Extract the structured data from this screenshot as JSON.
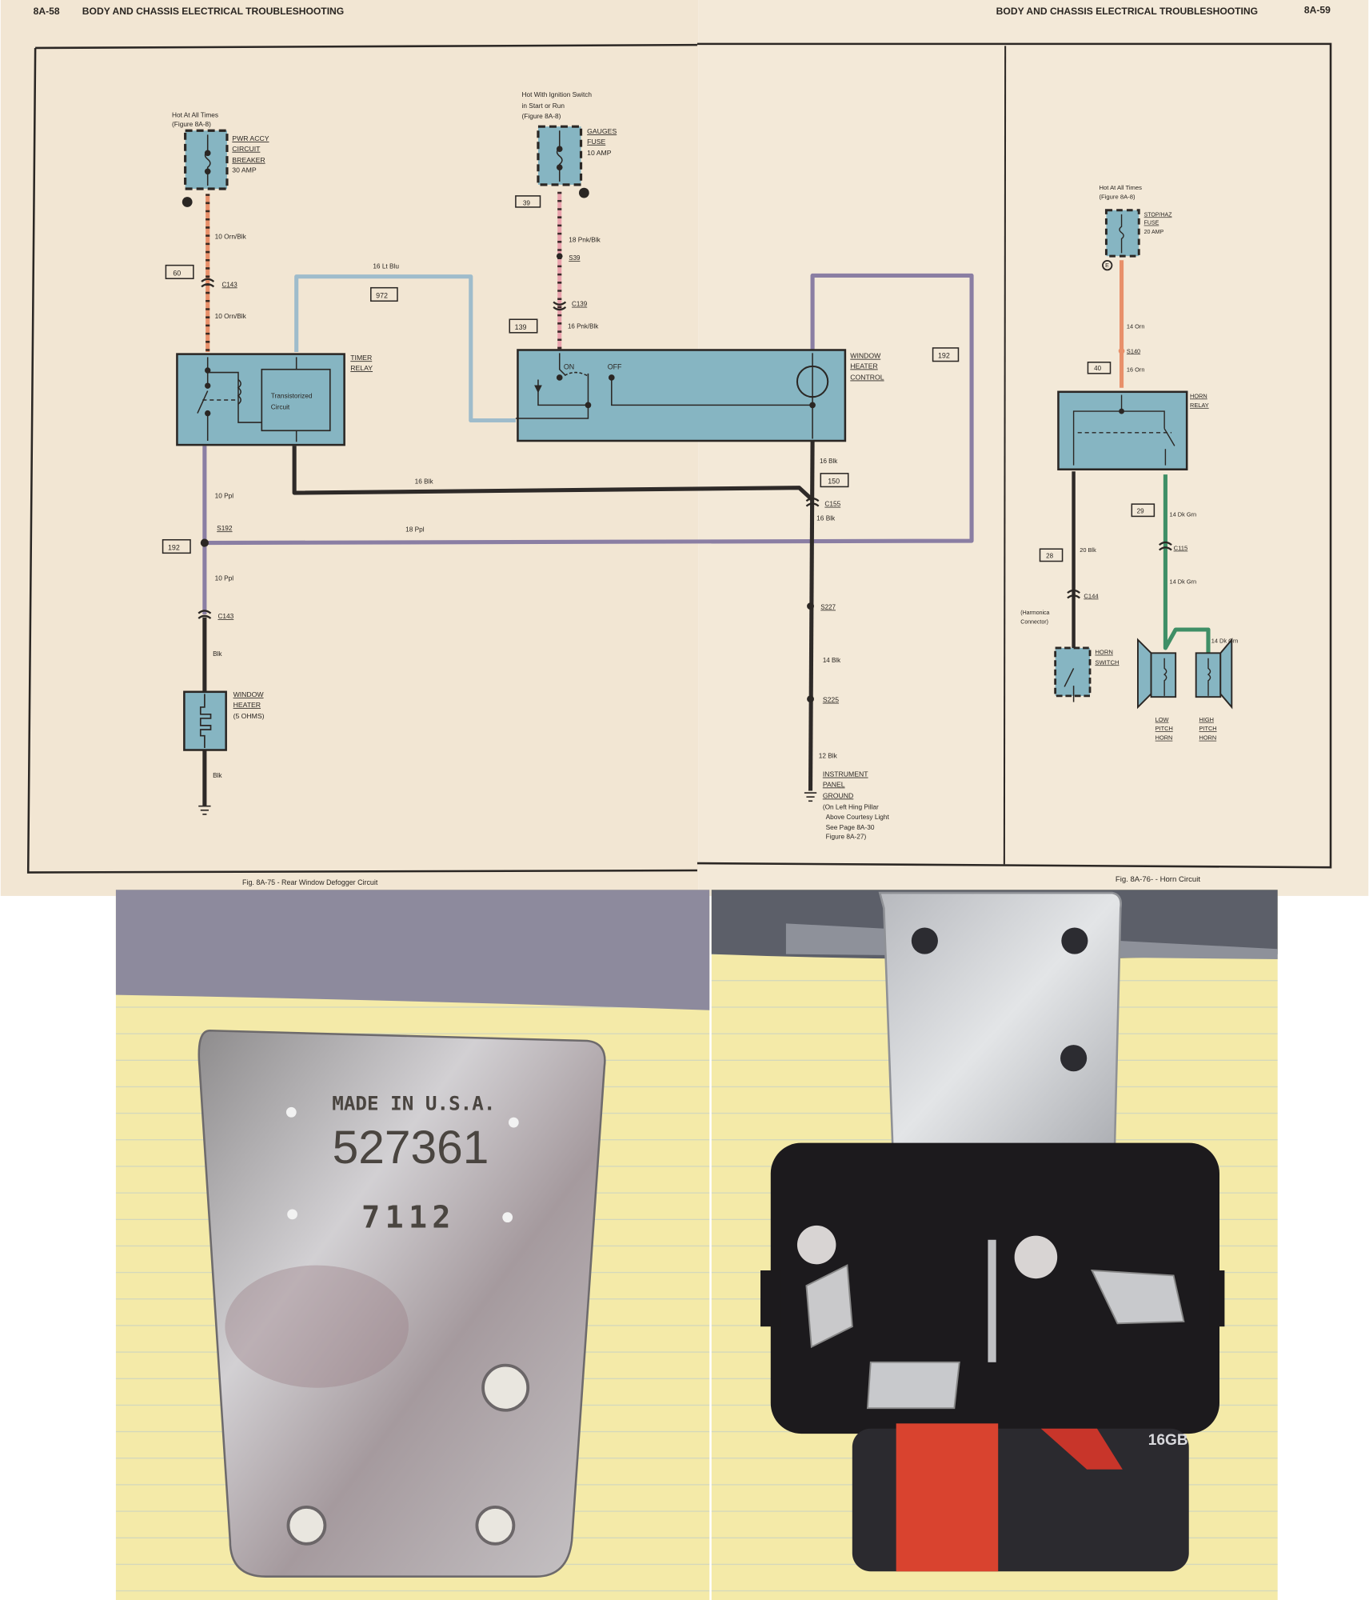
{
  "header": {
    "left_page": "8A-58",
    "left_title": "BODY AND CHASSIS ELECTRICAL TROUBLESHOOTING",
    "right_title": "BODY AND CHASSIS ELECTRICAL TROUBLESHOOTING",
    "right_page": "8A-59"
  },
  "defogger": {
    "caption": "Fig. 8A-75 - Rear Window Defogger Circuit",
    "breaker": {
      "note": [
        "Hot At All Times",
        "(Figure 8A-8)"
      ],
      "name": [
        "PWR ACCY",
        "CIRCUIT",
        "BREAKER"
      ],
      "rating": "30 AMP",
      "tag": "P"
    },
    "gauges_fuse": {
      "note": [
        "Hot With Ignition Switch",
        "in Start or Run",
        "(Figure 8A-8)"
      ],
      "name": [
        "GAUGES",
        "FUSE"
      ],
      "rating": "10 AMP",
      "tag": "Z"
    },
    "timer_relay": {
      "name": [
        "TIMER",
        "RELAY"
      ],
      "inner": [
        "Transistorized",
        "Circuit"
      ]
    },
    "switch": {
      "on": "ON",
      "off": "OFF"
    },
    "control": {
      "name": [
        "WINDOW",
        "HEATER",
        "CONTROL"
      ]
    },
    "heater": {
      "name": [
        "WINDOW",
        "HEATER",
        "(5 OHMS)"
      ]
    },
    "ground": {
      "name": [
        "INSTRUMENT",
        "PANEL",
        "GROUND"
      ],
      "note": [
        "(On Left Hing Pillar",
        "Above Courtesy Light",
        "See Page 8A-30",
        "Figure 8A-27)"
      ]
    },
    "circuits": {
      "c60": "60",
      "c972": "972",
      "c39": "39",
      "c139": "139",
      "c192a": "192",
      "c192b": "192",
      "c150": "150"
    },
    "wires": {
      "orn1": "10 Orn/Blk",
      "orn2": "10 Orn/Blk",
      "ltblu": "16 Lt Blu",
      "pnk1": "18 Pnk/Blk",
      "pnk2": "16 Pnk/Blk",
      "ppl1": "10 Ppl",
      "ppl2": "18 Ppl",
      "ppl3": "10 Ppl",
      "blk1": "Blk",
      "blk2": "Blk",
      "blk16a": "16 Blk",
      "blk16b": "16 Blk",
      "blk16c": "16 Blk",
      "blk14": "14 Blk",
      "blk12": "12 Blk"
    },
    "connectors": {
      "c143a": "C143",
      "c143b": "C143",
      "c139": "C139",
      "s39": "S39",
      "s192": "S192",
      "c155": "C155",
      "s227": "S227",
      "s225": "S225"
    }
  },
  "horn": {
    "caption": "Fig. 8A-76- - Horn Circuit",
    "fuse": {
      "note": [
        "Hot At All Times",
        "(Figure 8A-8)"
      ],
      "name": [
        "STOP/HAZ",
        "FUSE"
      ],
      "rating": "20 AMP",
      "tag": "E"
    },
    "relay": {
      "name": [
        "HORN",
        "RELAY"
      ]
    },
    "switch": {
      "name": [
        "HORN",
        "SWITCH"
      ]
    },
    "harmonica": [
      "(Harmonica",
      "Connector)"
    ],
    "low_horn": [
      "LOW",
      "PITCH",
      "HORN"
    ],
    "high_horn": [
      "HIGH",
      "PITCH",
      "HORN"
    ],
    "circuits": {
      "c40": "40",
      "c28": "28",
      "c29": "29"
    },
    "wires": {
      "orn14": "14 Orn",
      "orn16": "16 Orn",
      "blk20": "20 Blk",
      "grn1": "14 Dk Grn",
      "grn2": "14 Dk Grn",
      "grn3": "14 Dk Grn"
    },
    "connectors": {
      "s140": "S140",
      "c144": "C144",
      "c115": "C115"
    }
  },
  "photos": {
    "relay_stamp": {
      "origin": "MADE IN U.S.A.",
      "part_number": "527361",
      "date_code": "7112"
    },
    "usb_label": "16GB"
  },
  "colors": {
    "paper": "#f3e9d6",
    "component_fill": "#86b5c2",
    "wire_orange": "#e8906a",
    "wire_pink": "#e9a3ad",
    "wire_light_blue": "#9fbccb",
    "wire_purple": "#8a7ea3",
    "wire_black": "#2e2a28",
    "wire_green": "#3f8f66",
    "legal_pad": "#f4eaa8"
  }
}
